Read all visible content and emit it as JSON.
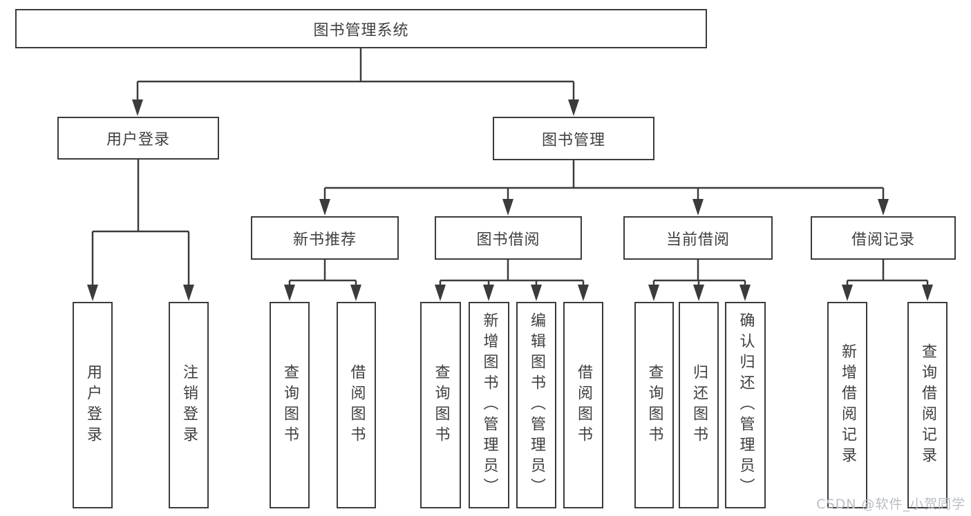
{
  "watermark": "CSDN @软件_小贺同学",
  "colors": {
    "line": "#3b3b3b",
    "text": "#3f3f3f",
    "watermark": "#b9bdc4",
    "box-bg": "#ffffff"
  },
  "tree": {
    "label": "图书管理系统",
    "children": [
      {
        "label": "用户登录",
        "children": [
          {
            "label": "用户登录"
          },
          {
            "label": "注销登录"
          }
        ]
      },
      {
        "label": "图书管理",
        "children": [
          {
            "label": "新书推荐",
            "children": [
              {
                "label": "查询图书"
              },
              {
                "label": "借阅图书"
              }
            ]
          },
          {
            "label": "图书借阅",
            "children": [
              {
                "label": "查询图书"
              },
              {
                "label": "新增图书（管理员）"
              },
              {
                "label": "编辑图书（管理员）"
              },
              {
                "label": "借阅图书"
              }
            ]
          },
          {
            "label": "当前借阅",
            "children": [
              {
                "label": "查询图书"
              },
              {
                "label": "归还图书"
              },
              {
                "label": "确认归还（管理员）"
              }
            ]
          },
          {
            "label": "借阅记录",
            "children": [
              {
                "label": "新增借阅记录"
              },
              {
                "label": "查询借阅记录"
              }
            ]
          }
        ]
      }
    ]
  }
}
